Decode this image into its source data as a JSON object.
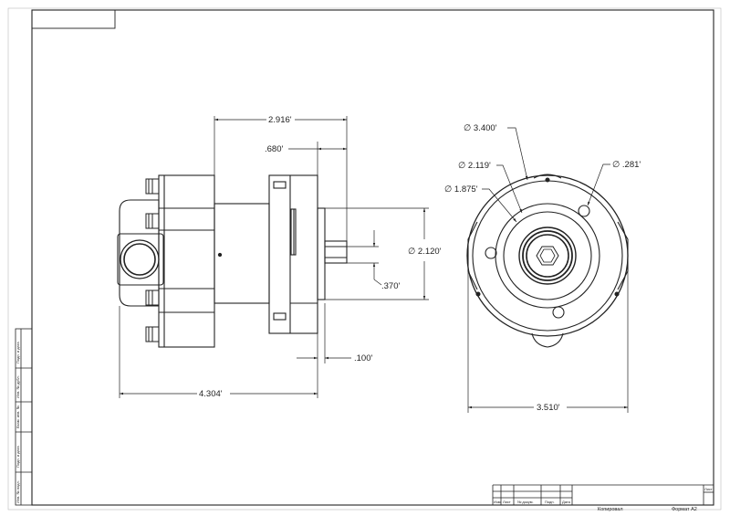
{
  "front_view": {
    "dimensions": {
      "overall_top": "2.916'",
      "flange_offset": ".680'",
      "height": "∅ 2.120'",
      "shaft_step": ".370'",
      "shaft_tip": ".100'",
      "overall_bottom": "4.304'"
    }
  },
  "side_view": {
    "dimensions": {
      "outer_diameter": "∅ 3.400'",
      "bolt_circle": "∅ 2.119'",
      "hub_diameter": "∅ 1.875'",
      "hole_diameter": "∅ .281'",
      "overall_width": "3.510'"
    }
  },
  "left_stamp": {
    "cells": [
      "Подп. и дата",
      "Инв. № дубл.",
      "Взам. инв. №",
      "Подп. и дата",
      "Инв. № подл."
    ]
  },
  "title_block": {
    "headers": [
      "Изм.",
      "Лист",
      "№ докум.",
      "Подп.",
      "Дата"
    ],
    "sheet_label": "Лист",
    "copied_label": "Копировал",
    "format_label": "Формат A2"
  }
}
